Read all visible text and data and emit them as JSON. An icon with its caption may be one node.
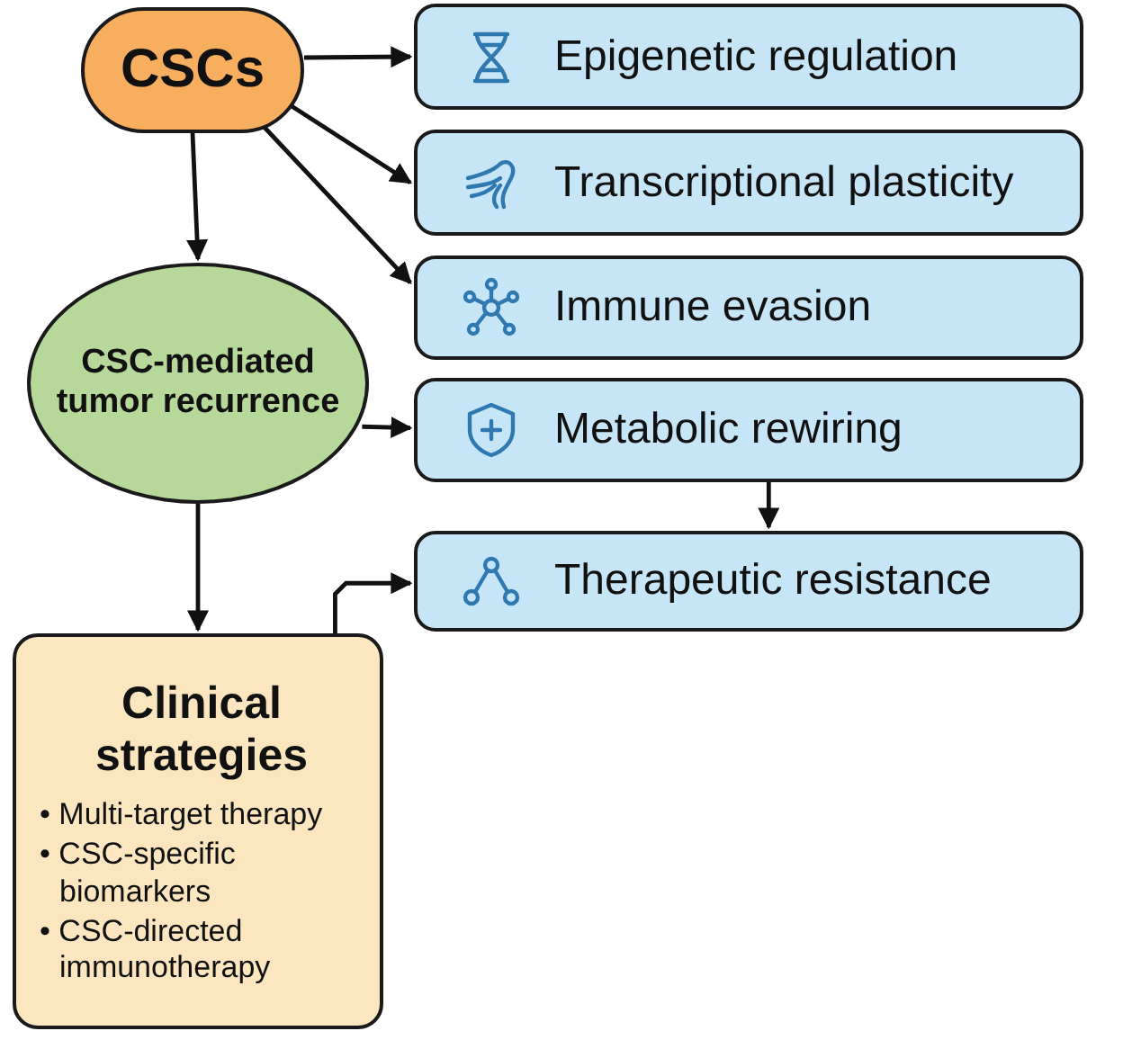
{
  "diagram": {
    "nodes": [
      {
        "text": [
          "CSCs"
        ]
      },
      {
        "text": [
          "Epigenetic regulation"
        ]
      },
      {
        "text": [
          "Transcriptional plasticity"
        ]
      },
      {
        "text": [
          "Immune evasion"
        ]
      },
      {
        "text": [
          "CSC-mediated tumor recurrence"
        ]
      },
      {
        "text": [
          "Metabolic rewiring"
        ]
      },
      {
        "text": [
          "Therapeutic resistance"
        ]
      },
      {
        "text": [
          "Clinical strategies",
          "• Multi-target therapy",
          "• CSC-specific biomarkers",
          "• CSC-directed immunotherapy"
        ]
      }
    ],
    "edges": [
      {
        "from": 0,
        "to": 1,
        "arrow": "to"
      },
      {
        "from": 0,
        "to": 2,
        "arrow": "to"
      },
      {
        "from": 0,
        "to": 3,
        "arrow": "to"
      },
      {
        "from": 0,
        "to": 4,
        "arrow": "to"
      },
      {
        "from": 4,
        "to": 5,
        "arrow": "to"
      },
      {
        "from": 5,
        "to": 6,
        "arrow": "to"
      },
      {
        "from": 4,
        "to": 7,
        "arrow": "to"
      },
      {
        "from": 7,
        "to": 6,
        "arrow": "to"
      }
    ]
  }
}
